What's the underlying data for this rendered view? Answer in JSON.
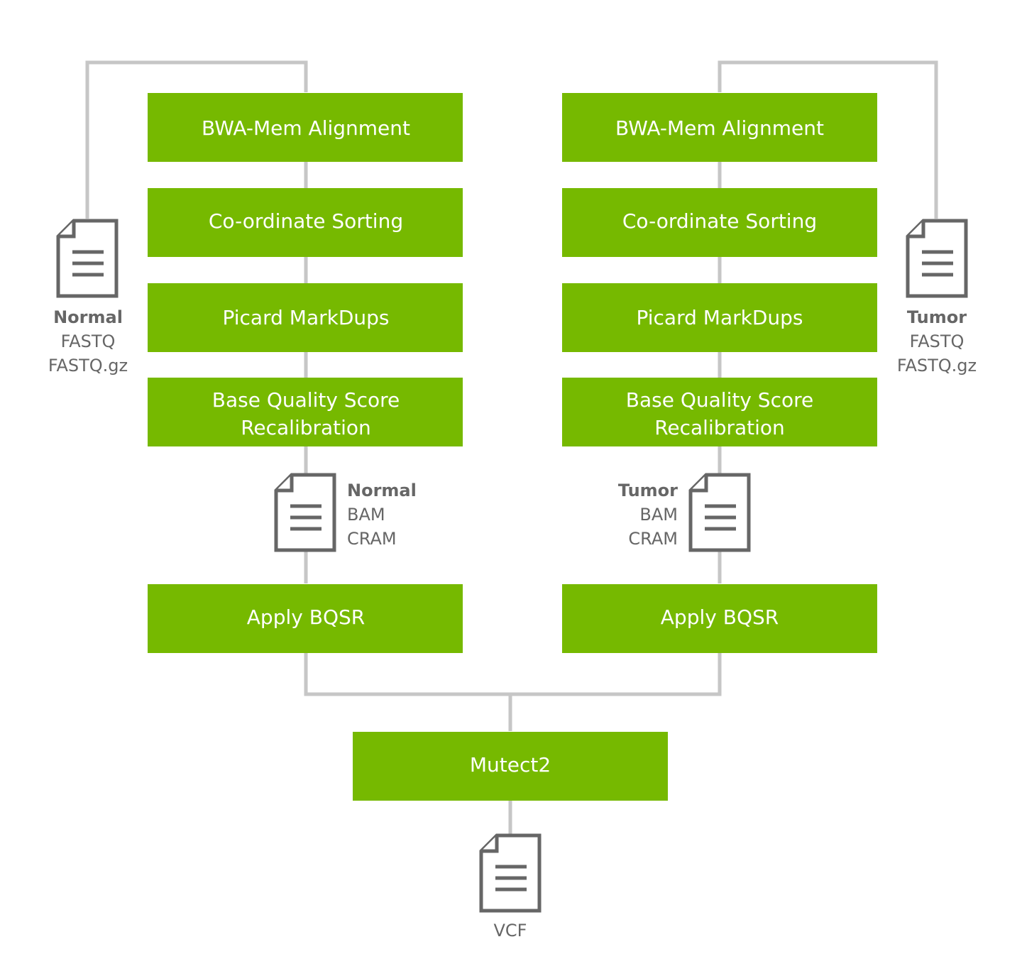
{
  "normal_pipeline": {
    "steps": [
      "BWA-Mem Alignment",
      "Co-ordinate Sorting",
      "Picard MarkDups",
      [
        "Base Quality Score",
        "Recalibration"
      ],
      "Apply BQSR"
    ],
    "input": {
      "sample": "Normal",
      "formats": [
        "FASTQ",
        "FASTQ.gz"
      ],
      "icon": "document-icon"
    },
    "intermediate": {
      "sample": "Normal",
      "formats": [
        "BAM",
        "CRAM"
      ],
      "icon": "document-icon"
    }
  },
  "tumor_pipeline": {
    "steps": [
      "BWA-Mem Alignment",
      "Co-ordinate Sorting",
      "Picard MarkDups",
      [
        "Base Quality Score",
        "Recalibration"
      ],
      "Apply BQSR"
    ],
    "input": {
      "sample": "Tumor",
      "formats": [
        "FASTQ",
        "FASTQ.gz"
      ],
      "icon": "document-icon"
    },
    "intermediate": {
      "sample": "Tumor",
      "formats": [
        "BAM",
        "CRAM"
      ],
      "icon": "document-icon"
    }
  },
  "merge_step": "Mutect2",
  "output": {
    "format": "VCF",
    "icon": "document-icon"
  },
  "colors": {
    "step_fill": "#76b900",
    "step_text": "#ffffff",
    "connector": "#c6c6c6",
    "icon_stroke": "#666666",
    "label_text": "#666666"
  }
}
